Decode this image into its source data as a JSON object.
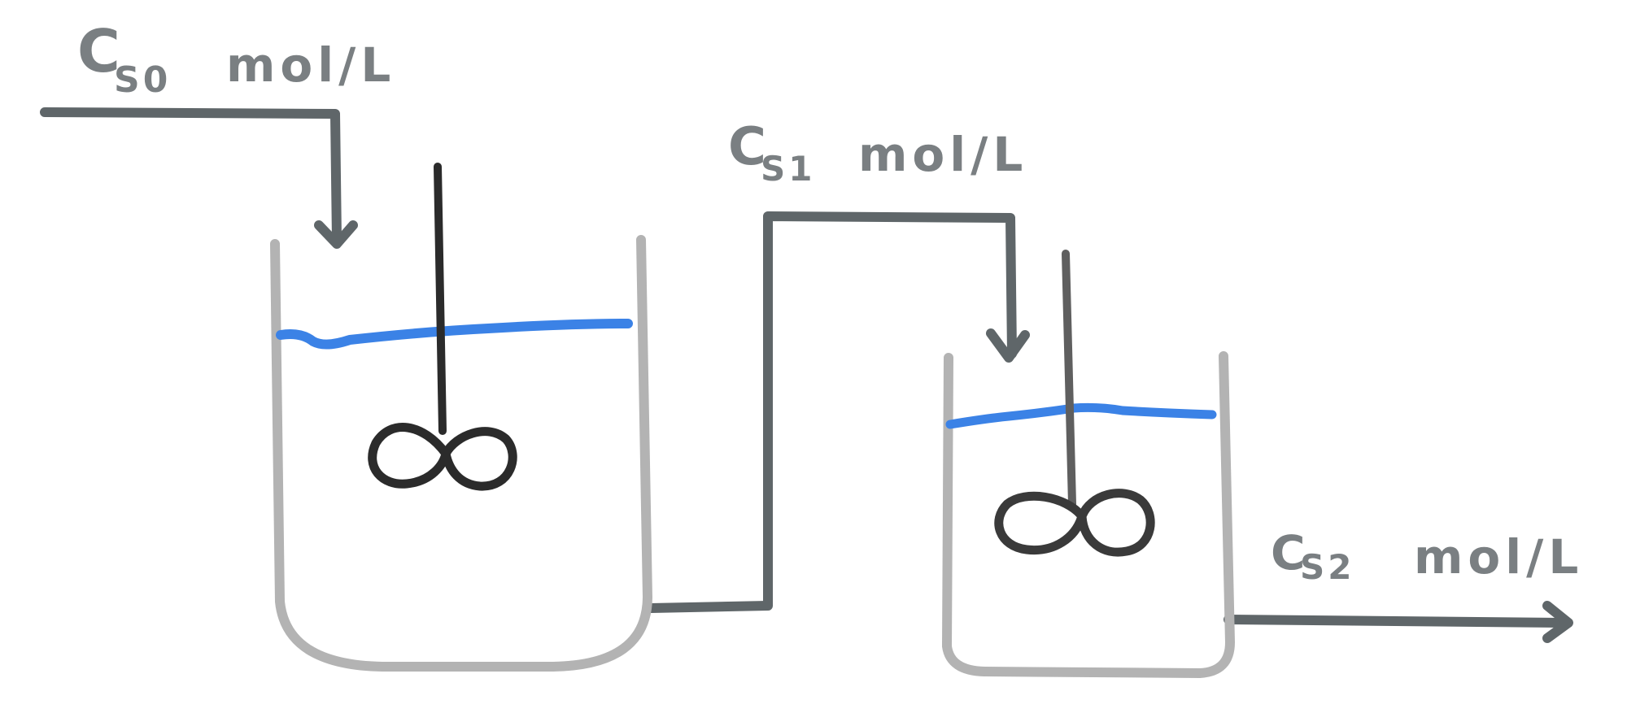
{
  "labels": {
    "inlet": {
      "main": "C",
      "sub": "S0",
      "unit": "mol/L"
    },
    "between": {
      "main": "C",
      "sub": "S1",
      "unit": "mol/L"
    },
    "outlet": {
      "main": "C",
      "sub": "S2",
      "unit": "mol/L"
    }
  },
  "colors": {
    "tank_wall": "#b3b3b3",
    "liquid_surface": "#3b82e6",
    "pipe": "#5f6669",
    "stirrer": "#2b2b2b",
    "label": "#7a7f82"
  }
}
